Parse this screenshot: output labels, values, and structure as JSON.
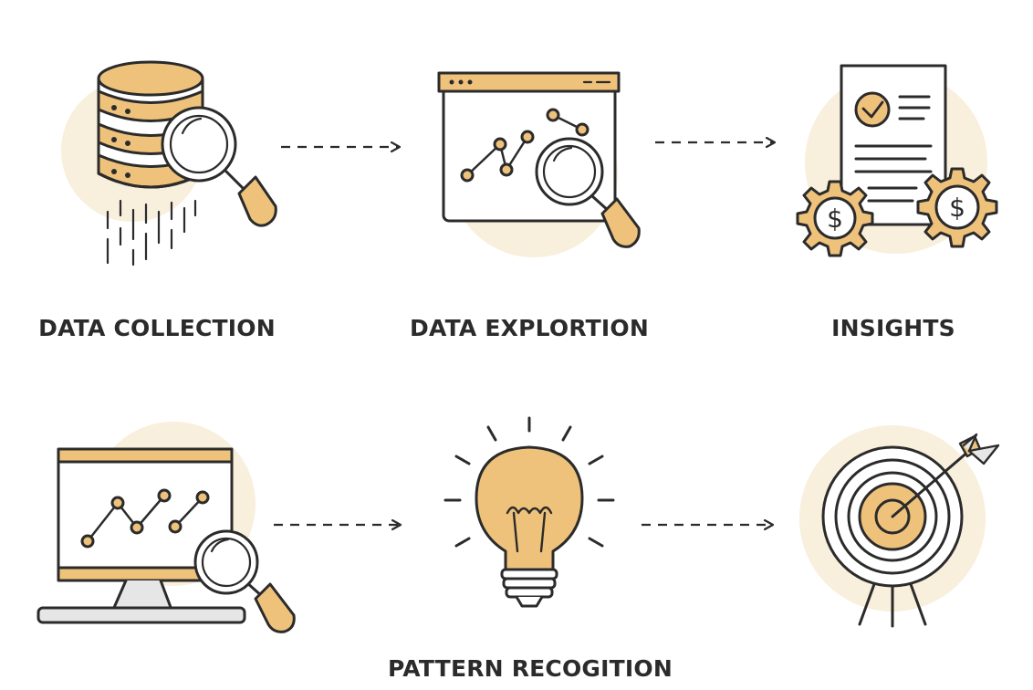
{
  "steps": [
    {
      "label": "DATA COLLECTION",
      "icon": "database-search-icon"
    },
    {
      "label": "DATA EXPLORTION",
      "icon": "browser-chart-search-icon"
    },
    {
      "label": "INSIGHTS",
      "icon": "report-gears-icon"
    },
    {
      "label": "",
      "icon": "monitor-chart-search-icon"
    },
    {
      "label": "PATTERN RECOGITION",
      "icon": "lightbulb-icon"
    },
    {
      "label": "",
      "icon": "target-arrow-icon"
    }
  ],
  "colors": {
    "accent": "#efc27c",
    "accent_light": "#f8efdc",
    "ink": "#2b2b2b",
    "gray": "#e6e6e6"
  }
}
